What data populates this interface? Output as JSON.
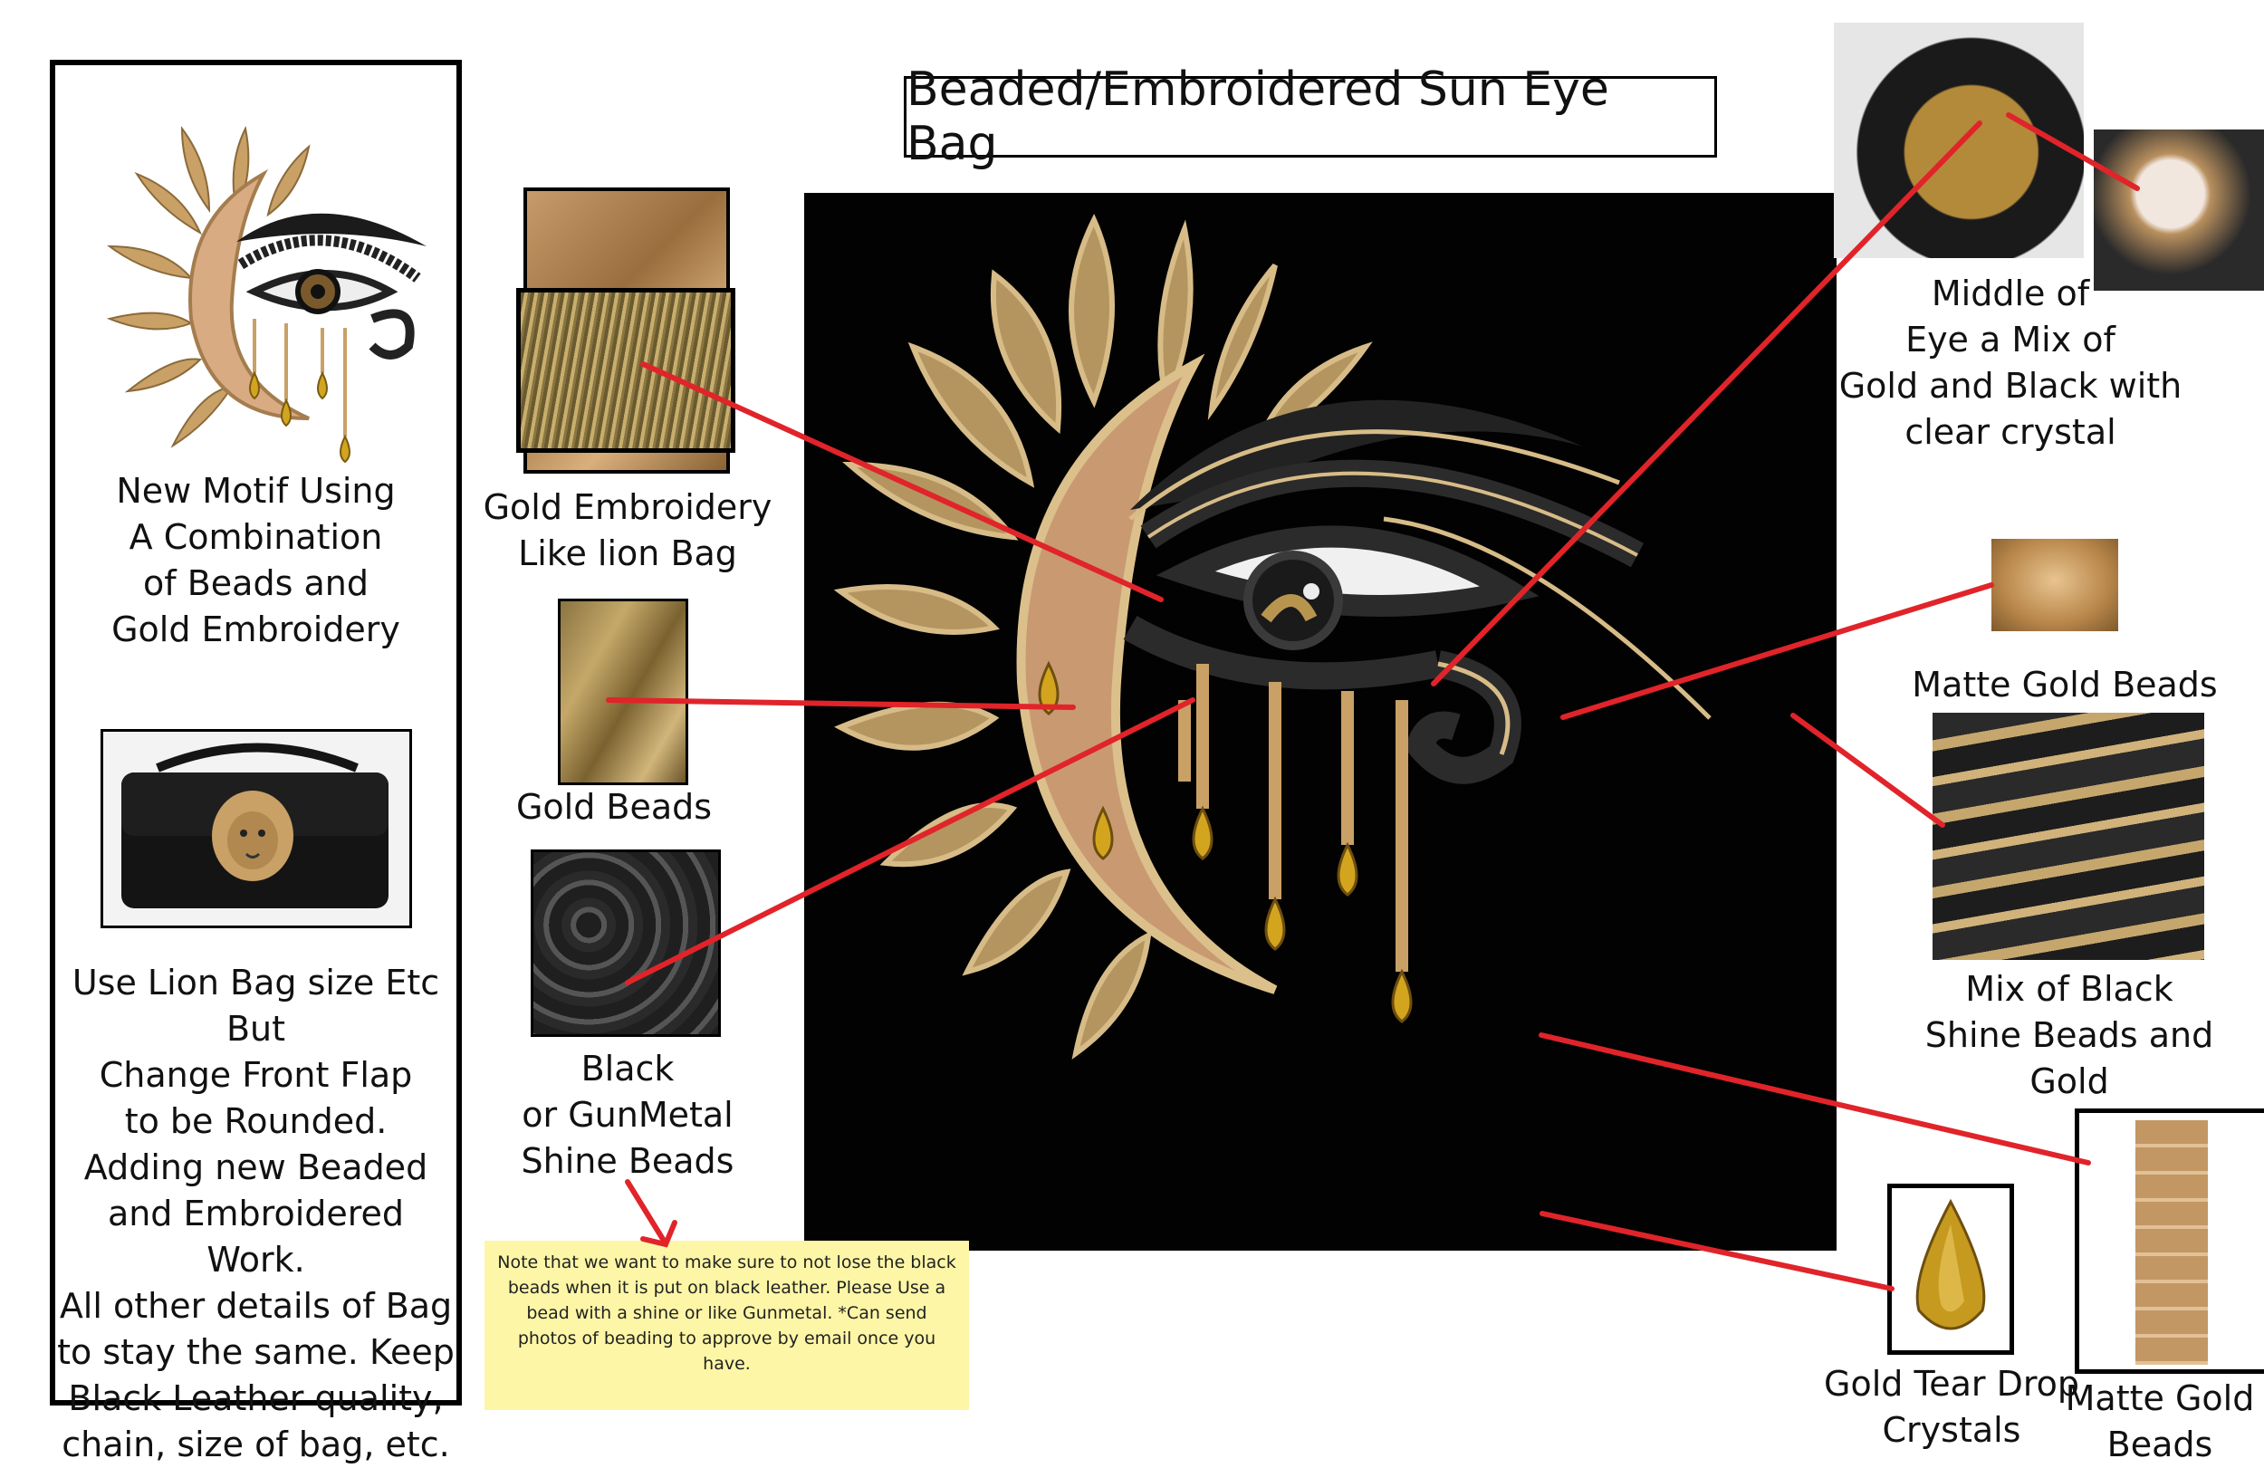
{
  "title": "Beaded/Embroidered Sun Eye Bag",
  "left_panel": {
    "motif_caption": "New Motif Using\nA Combination\nof Beads and\nGold Embroidery",
    "instructions": "Use Lion Bag size Etc But\nChange Front Flap\nto be Rounded.\nAdding new Beaded\nand Embroidered Work.\nAll other details of Bag\nto stay the same. Keep\nBlack Leather quality,\nchain, size of bag, etc."
  },
  "materials_left": [
    {
      "label": "Gold Embroidery\nLike lion Bag"
    },
    {
      "label": "Gold Beads"
    },
    {
      "label": "Black\nor GunMetal\nShine Beads"
    }
  ],
  "materials_right": [
    {
      "label": "Middle of\nEye a Mix of\nGold and Black with\nclear crystal"
    },
    {
      "label": "Matte Gold Beads"
    },
    {
      "label": "Mix of Black\nShine Beads and\nGold"
    },
    {
      "label": "Gold Tear Drop\nCrystals"
    },
    {
      "label": "Matte Gold\nBeads"
    }
  ],
  "note": "Note that we want to make sure to not lose the black beads when it is put on black leather.  Please Use a bead with a shine or like Gunmetal.\n*Can send photos of beading to approve by email once you have.",
  "colors": {
    "callout_line": "#e0242a",
    "gold": "#c9a066",
    "black_bead": "#2a2a2a",
    "note_bg": "#fdf6a6"
  },
  "icons": [
    "sun-eye-motif-icon",
    "lion-bag-icon",
    "teardrop-crystal-icon"
  ]
}
